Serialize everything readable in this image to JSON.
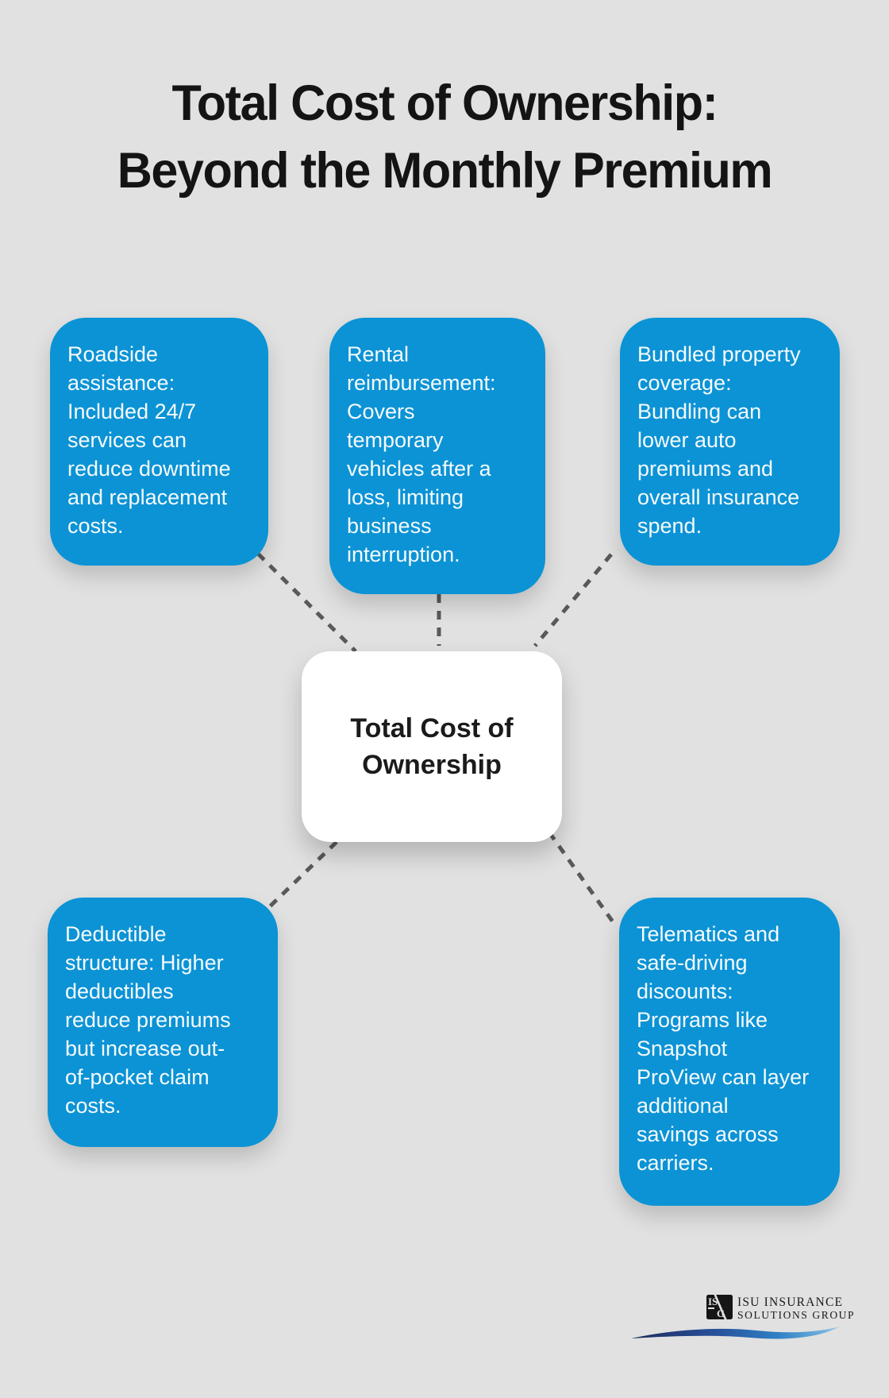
{
  "title": "Total Cost of Ownership:\nBeyond the Monthly Premium",
  "center": {
    "label": "Total Cost of\nOwnership"
  },
  "nodes": [
    {
      "id": "roadside-assistance",
      "text": "Roadside\nassistance:\nIncluded 24/7\nservices can\nreduce downtime\nand replacement\ncosts."
    },
    {
      "id": "rental-reimbursement",
      "text": "Rental\nreimbursement:\nCovers\ntemporary\nvehicles after a\nloss, limiting\nbusiness\ninterruption."
    },
    {
      "id": "bundled-property-coverage",
      "text": "Bundled property\ncoverage:\nBundling can\nlower auto\npremiums and\noverall insurance\nspend."
    },
    {
      "id": "deductible-structure",
      "text": "Deductible\nstructure: Higher\ndeductibles\nreduce premiums\nbut increase out-\nof-pocket claim\ncosts."
    },
    {
      "id": "telematics-discounts",
      "text": "Telematics and\nsafe-driving\ndiscounts:\nPrograms like\nSnapshot\nProView can layer\nadditional\nsavings across\ncarriers."
    }
  ],
  "logo": {
    "line1": "ISU INSURANCE",
    "line2": "SOLUTIONS GROUP",
    "mark": "isg-monogram"
  },
  "colors": {
    "node_blue": "#0b93d5",
    "background": "#e0e1e0",
    "connector_gray": "#595959",
    "center_bg": "#ffffff",
    "swoosh_dark": "#1e2a5a",
    "swoosh_light": "#a8d0ea"
  }
}
